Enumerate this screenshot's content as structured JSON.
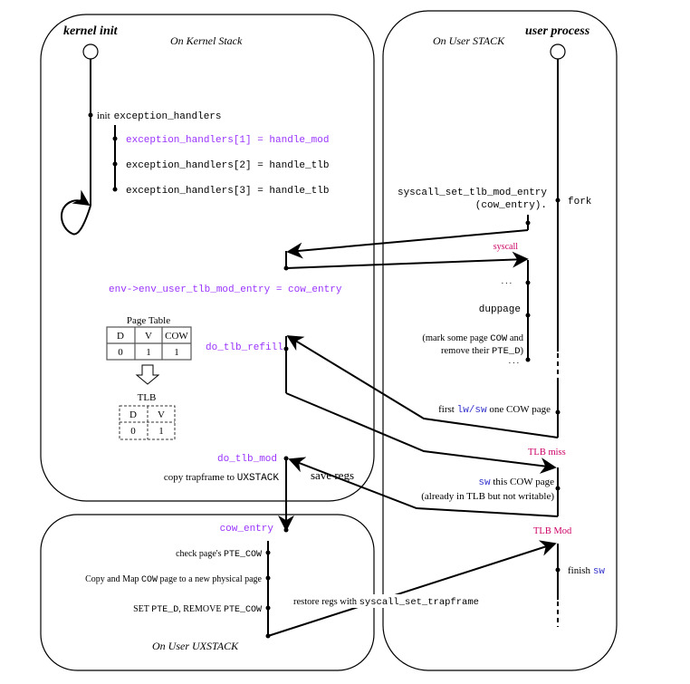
{
  "colors": {
    "line": "#000000",
    "code_highlight": "#9933ff",
    "event_label": "#cc0066",
    "keyword_blue": "#3333cc",
    "text": "#000000"
  },
  "panels": {
    "kernel": {
      "title": "kernel init",
      "subtitle": "On Kernel Stack"
    },
    "user": {
      "title": "user process",
      "subtitle": "On User STACK"
    },
    "uxstack": {
      "subtitle": "On User UXSTACK"
    }
  },
  "kernel_init": {
    "init_label_prefix": "init",
    "init_label_code": "exception_handlers",
    "handlers": [
      {
        "text": "exception_handlers[1] = handle_mod",
        "highlight": true
      },
      {
        "text": "exception_handlers[2] = handle_tlb",
        "highlight": false
      },
      {
        "text": "exception_handlers[3] = handle_tlb",
        "highlight": false
      }
    ],
    "env_assign": "env->env_user_tlb_mod_entry = cow_entry",
    "do_tlb_refill": "do_tlb_refill",
    "do_tlb_mod": "do_tlb_mod",
    "copy_trapframe_prefix": "copy trapframe to ",
    "copy_trapframe_code": "UXSTACK",
    "save_regs": "save regs"
  },
  "page_table": {
    "title": "Page Table",
    "headers": [
      "D",
      "V",
      "COW"
    ],
    "values": [
      "0",
      "1",
      "1"
    ]
  },
  "tlb": {
    "title": "TLB",
    "headers": [
      "D",
      "V"
    ],
    "values": [
      "0",
      "1"
    ]
  },
  "user_process": {
    "syscall_set_line1": "syscall_set_tlb_mod_entry",
    "syscall_set_line2": "(cow_entry).",
    "fork": "fork",
    "syscall": "syscall",
    "ellipsis": ". . .",
    "duppage": "duppage",
    "mark_line1_a": "(mark some page ",
    "mark_line1_code": "COW",
    "mark_line1_b": " and",
    "mark_line2_a": "remove their ",
    "mark_line2_code": "PTE_D",
    "mark_line2_b": ")",
    "first_prefix": "first ",
    "first_code": "lw/sw",
    "first_suffix": " one COW page",
    "tlb_miss": "TLB miss",
    "sw_code": "sw",
    "sw_line1_suffix": " this COW page",
    "sw_line2": "(already in TLB but not writable)",
    "tlb_mod": "TLB Mod",
    "finish_prefix": "finish ",
    "finish_code": "sw"
  },
  "uxstack": {
    "cow_entry": "cow_entry",
    "check_prefix": "check page's  ",
    "check_code": "PTE_COW",
    "copy_map_a": "Copy and Map ",
    "copy_map_code": "COW",
    "copy_map_b": " page to a new physical page",
    "set_a": "SET  ",
    "set_code1": "PTE_D",
    "set_b": ", REMOVE ",
    "set_code2": "PTE_COW",
    "restore_prefix": "restore regs with ",
    "restore_code": "syscall_set_trapframe"
  }
}
